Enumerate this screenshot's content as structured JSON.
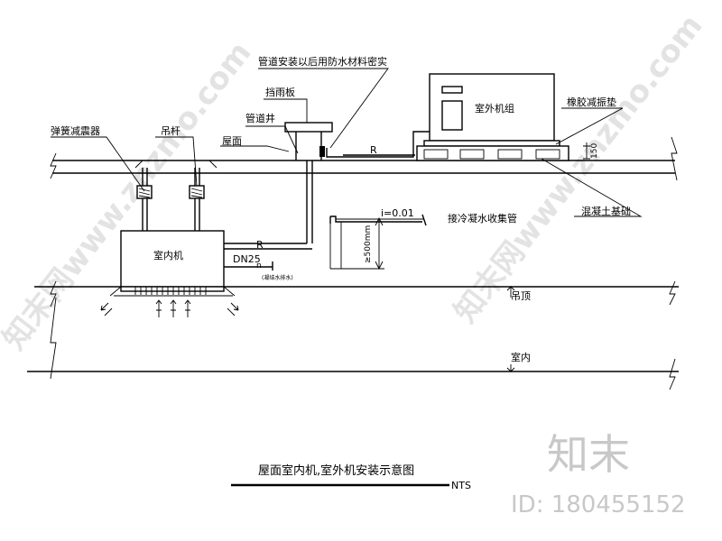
{
  "labels": {
    "pipe_sealing_note": "管道安装以后用防水材料密实",
    "rain_cover": "挡雨板",
    "pipe_shaft": "管道井",
    "roof": "屋面",
    "spring_damper": "弹簧减震器",
    "hanger_rod": "吊杆",
    "outdoor_unit": "室外机组",
    "rubber_pad": "橡胶减振垫",
    "concrete_base": "混凝土基础",
    "base_height": "150",
    "refrigerant_line_outdoor": "R",
    "refrigerant_line_indoor": "R",
    "slope": "i=0.01",
    "drain_note": "接冷凝水收集管",
    "drain_height": "≥500mm",
    "indoor_unit": "室内机",
    "drain_size": "DN25",
    "drain_marker": "n",
    "pipe_small_note": "(凝结水排水)",
    "ceiling": "吊顶",
    "indoor": "室内",
    "drawing_title": "屋面室内机,室外机安装示意图",
    "scale": "NTS"
  },
  "watermarks": {
    "brand": "知末",
    "id_text": "ID: 180455152",
    "diagonal_left": "知末网www.znzmo.com",
    "diagonal_right": "知末网www.znzmo.com"
  }
}
